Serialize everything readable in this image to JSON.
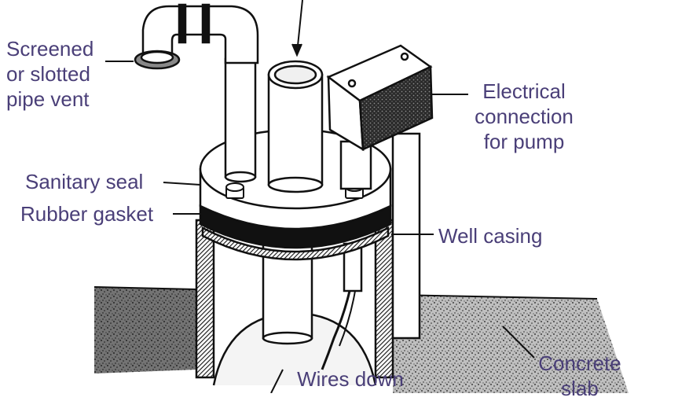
{
  "labels": {
    "vent": [
      "Screened",
      "or slotted",
      "pipe vent"
    ],
    "electrical": [
      "Electrical",
      "connection",
      "for pump"
    ],
    "seal": "Sanitary seal",
    "gasket": "Rubber gasket",
    "casing": "Well casing",
    "wires": [
      "Wires down"
    ],
    "concrete": [
      "Concrete",
      "slab"
    ]
  },
  "colors": {
    "label_text": "#4a3f78",
    "line": "#111111"
  }
}
